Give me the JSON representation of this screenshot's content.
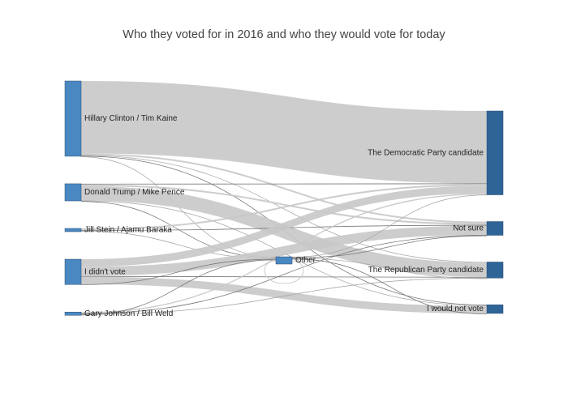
{
  "chart_data": {
    "type": "sankey",
    "title": "Who they voted for in 2016 and who they would vote for today",
    "link_color": "#c8c8c8",
    "node_color_left": "#4a88c2",
    "node_color_right": "#2f6497",
    "node_color_middle": "#4a88c2",
    "nodes": [
      {
        "id": "hrc",
        "label": "Hillary Clinton / Tim Kaine",
        "column": 0
      },
      {
        "id": "dt",
        "label": "Donald Trump / Mike Pence",
        "column": 0
      },
      {
        "id": "js",
        "label": "Jill Stein / Ajamu Baraka",
        "column": 0
      },
      {
        "id": "idv",
        "label": "I didn't vote",
        "column": 0
      },
      {
        "id": "gj",
        "label": "Gary Johnson / Bill Weld",
        "column": 0
      },
      {
        "id": "oth",
        "label": "Other",
        "column": 1
      },
      {
        "id": "dem",
        "label": "The Democratic Party candidate",
        "column": 2
      },
      {
        "id": "ns",
        "label": "Not sure",
        "column": 2
      },
      {
        "id": "rep",
        "label": "The Republican Party candidate",
        "column": 2
      },
      {
        "id": "inv",
        "label": "I would not vote",
        "column": 2
      }
    ],
    "links": [
      {
        "source": "hrc",
        "target": "dem",
        "value": 86
      },
      {
        "source": "hrc",
        "target": "ns",
        "value": 2
      },
      {
        "source": "hrc",
        "target": "rep",
        "value": 0.5
      },
      {
        "source": "hrc",
        "target": "inv",
        "value": 0.5
      },
      {
        "source": "hrc",
        "target": "oth",
        "value": 0.3
      },
      {
        "source": "dt",
        "target": "dem",
        "value": 0.5
      },
      {
        "source": "dt",
        "target": "ns",
        "value": 2
      },
      {
        "source": "dt",
        "target": "rep",
        "value": 17
      },
      {
        "source": "dt",
        "target": "inv",
        "value": 0.3
      },
      {
        "source": "dt",
        "target": "oth",
        "value": 0.5
      },
      {
        "source": "js",
        "target": "dem",
        "value": 2
      },
      {
        "source": "js",
        "target": "ns",
        "value": 0.3
      },
      {
        "source": "js",
        "target": "oth",
        "value": 1
      },
      {
        "source": "idv",
        "target": "dem",
        "value": 9
      },
      {
        "source": "idv",
        "target": "ns",
        "value": 11
      },
      {
        "source": "idv",
        "target": "rep",
        "value": 0.5
      },
      {
        "source": "idv",
        "target": "inv",
        "value": 9
      },
      {
        "source": "idv",
        "target": "oth",
        "value": 0.5
      },
      {
        "source": "gj",
        "target": "dem",
        "value": 1.5
      },
      {
        "source": "gj",
        "target": "ns",
        "value": 0.5
      },
      {
        "source": "gj",
        "target": "rep",
        "value": 0.5
      },
      {
        "source": "gj",
        "target": "oth",
        "value": 0.7
      },
      {
        "source": "oth",
        "target": "dem",
        "value": 0.5
      },
      {
        "source": "oth",
        "target": "ns",
        "value": 0.5
      },
      {
        "source": "oth",
        "target": "rep",
        "value": 0.5
      },
      {
        "source": "oth",
        "target": "inv",
        "value": 0.5
      },
      {
        "source": "oth",
        "target": "oth",
        "value": 1
      }
    ]
  }
}
